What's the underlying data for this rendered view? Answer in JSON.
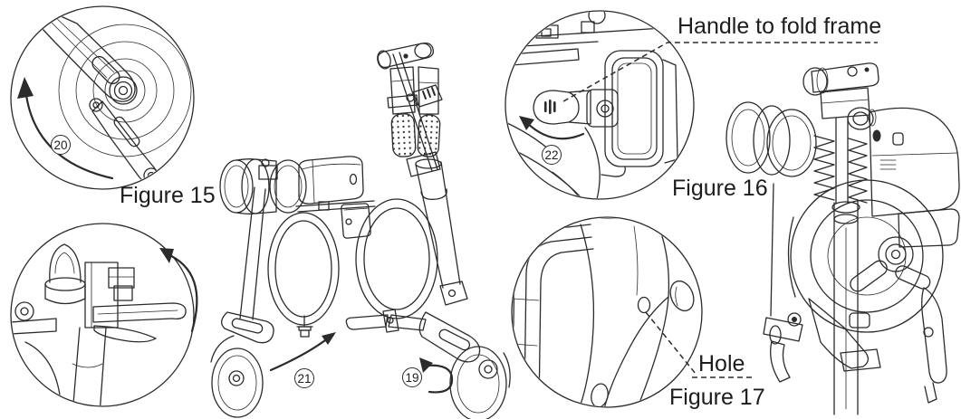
{
  "figures": {
    "fig15": {
      "label": "Figure 15",
      "callout": "20"
    },
    "fig16": {
      "label": "Figure 16",
      "callout": "22"
    },
    "fig17": {
      "label": "Figure 17"
    }
  },
  "callouts": {
    "c19": "19",
    "c20": "20",
    "c21": "21",
    "c22": "22"
  },
  "annotations": {
    "handle_to_fold_frame": "Handle to fold frame",
    "hole": "Hole"
  },
  "colors": {
    "line": "#2b2b2b",
    "background": "#ffffff"
  }
}
